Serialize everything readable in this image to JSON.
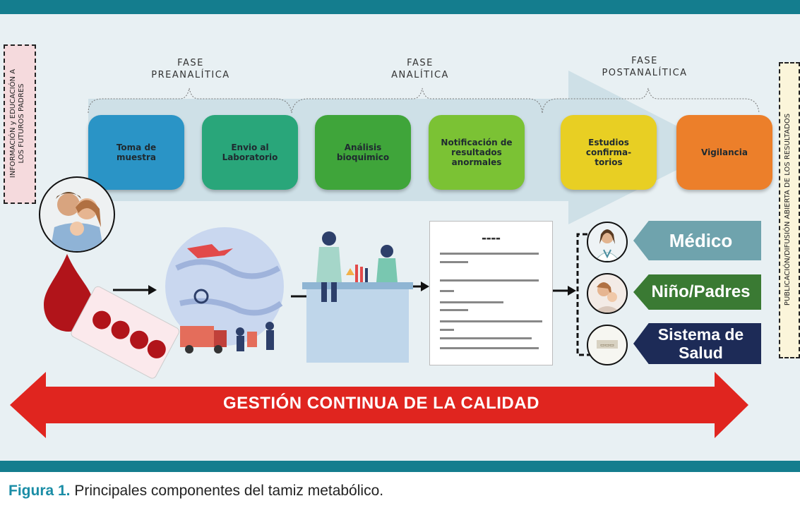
{
  "phases": [
    {
      "line1": "FASE",
      "line2": "PREANALÍTICA"
    },
    {
      "line1": "FASE",
      "line2": "ANALÍTICA"
    },
    {
      "line1": "FASE",
      "line2": "POSTANALÍTICA"
    }
  ],
  "steps": [
    {
      "label": "Toma de\nmuestra",
      "color": "#2a94c6"
    },
    {
      "label": "Envio al\nLaboratorio",
      "color": "#29a67a"
    },
    {
      "label": "Análisis\nbioquimico",
      "color": "#3fa53a"
    },
    {
      "label": "Notificación de\nresultados\nanormales",
      "color": "#7bc234"
    },
    {
      "label": "Estudios\nconfirma-\ntorios",
      "color": "#e8cf23"
    },
    {
      "label": "Vigilancia",
      "color": "#ec7f2a"
    }
  ],
  "left_label": {
    "line1": "INFORMACIÓN y EDUCACIÓN  A",
    "line2": "LOS FUTUROS PADRES"
  },
  "right_label": "PUBLICACIÓN/DIFUSIÓN ABIERTA DE LOS RESULTADOS",
  "recipients": {
    "medico": "Médico",
    "nino": "Niño/Padres",
    "salud": "Sistema de\nSalud"
  },
  "quality_banner": "GESTIÓN CONTINUA DE LA CALIDAD",
  "caption": {
    "label": "Figura 1.",
    "text": " Principales componentes del tamiz metabólico."
  },
  "colors": {
    "teal_bar": "#147d8e",
    "arrow_red": "#e0251f",
    "panel_bg": "#e8f0f3"
  }
}
